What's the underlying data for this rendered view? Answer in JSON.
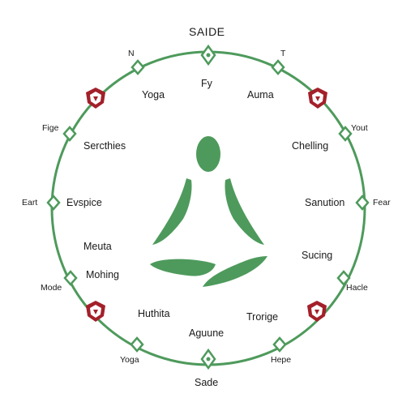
{
  "title": "SAIDE",
  "bottom_label": "Sade",
  "accent_green": "#4e9a5c",
  "accent_red": "#a3202a",
  "center_icon": "meditating-figure-icon",
  "rim_labels": {
    "top_left": "N",
    "top_right": "T",
    "upper_left": "Fige",
    "upper_right": "Yout",
    "left": "Eart",
    "right": "Fear",
    "lower_left": "Mode",
    "lower_right": "Hacle",
    "bottom_left": "Yoga",
    "bottom_right": "Hepe"
  },
  "inner_labels": {
    "top_center": "Fy",
    "top_left": "Yoga",
    "top_right": "Auma",
    "upper_left": "Sercthies",
    "upper_right": "Chelling",
    "left": "Evspice",
    "right": "Sanution",
    "middle_left": "Meuta",
    "lower_right": "Sucing",
    "lower_left": "Mohing",
    "bottom_left": "Huthita",
    "bottom_right": "Trorige",
    "bottom_center": "Aguune"
  }
}
